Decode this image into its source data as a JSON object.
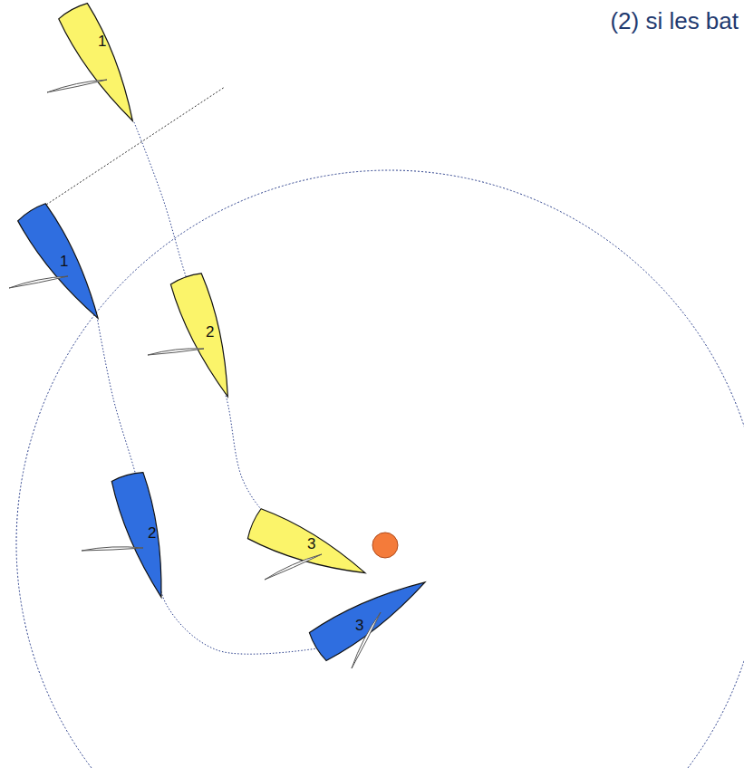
{
  "diagram": {
    "labels": [
      "(2) si les bat",
      "1",
      "1",
      "2",
      "2",
      "3",
      "3"
    ]
  }
}
